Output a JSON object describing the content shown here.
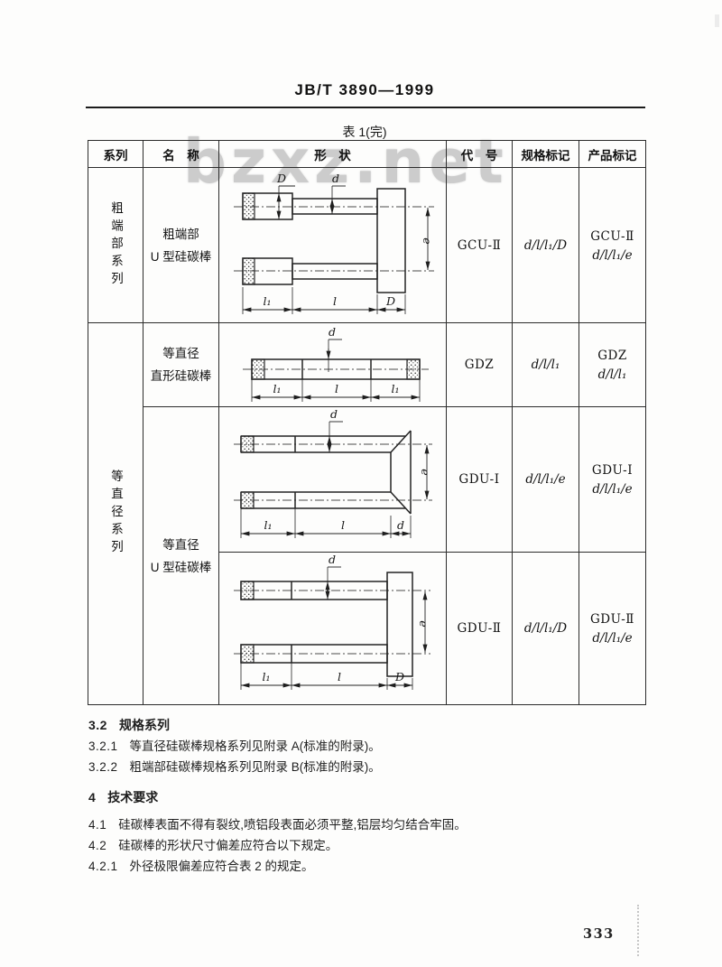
{
  "page": {
    "standard_code": "JB/T 3890—1999",
    "table_title": "表 1(完)",
    "watermark": "bzxz.net",
    "page_number": "333"
  },
  "table": {
    "headers": {
      "series": "系列",
      "name": "名　称",
      "shape": "形　状",
      "code": "代　号",
      "spec": "规格标记",
      "product": "产品标记"
    },
    "rows": [
      {
        "series": "粗端部系列",
        "name1": "粗端部",
        "name2": "U 型硅碳棒",
        "code": "GCU-Ⅱ",
        "spec": "d/l/l₁/D",
        "product_code": "GCU-Ⅱ",
        "product_spec": "d/l/l₁/e"
      },
      {
        "series": "等直径系列",
        "name1": "等直径",
        "name2": "直形硅碳棒",
        "code": "GDZ",
        "spec": "d/l/l₁",
        "product_code": "GDZ",
        "product_spec": "d/l/l₁"
      },
      {
        "name1": "等直径",
        "name2": "U 型硅碳棒",
        "code": "GDU-Ⅰ",
        "spec": "d/l/l₁/e",
        "product_code": "GDU-Ⅰ",
        "product_spec": "d/l/l₁/e"
      },
      {
        "code": "GDU-Ⅱ",
        "spec": "d/l/l₁/D",
        "product_code": "GDU-Ⅱ",
        "product_spec": "d/l/l₁/e"
      }
    ],
    "dim_labels": {
      "D": "D",
      "d": "d",
      "e": "e",
      "l": "l",
      "l1": "l₁"
    }
  },
  "clauses": [
    {
      "num": "3.2",
      "text": "规格系列"
    },
    {
      "num": "3.2.1",
      "text": "等直径硅碳棒规格系列见附录 A(标准的附录)。"
    },
    {
      "num": "3.2.2",
      "text": "粗端部硅碳棒规格系列见附录 B(标准的附录)。"
    },
    {
      "num": "4",
      "text": "技术要求"
    },
    {
      "num": "4.1",
      "text": "硅碳棒表面不得有裂纹,喷铝段表面必须平整,铝层均匀结合牢固。"
    },
    {
      "num": "4.2",
      "text": "硅碳棒的形状尺寸偏差应符合以下规定。"
    },
    {
      "num": "4.2.1",
      "text": "外径极限偏差应符合表 2 的规定。"
    }
  ]
}
